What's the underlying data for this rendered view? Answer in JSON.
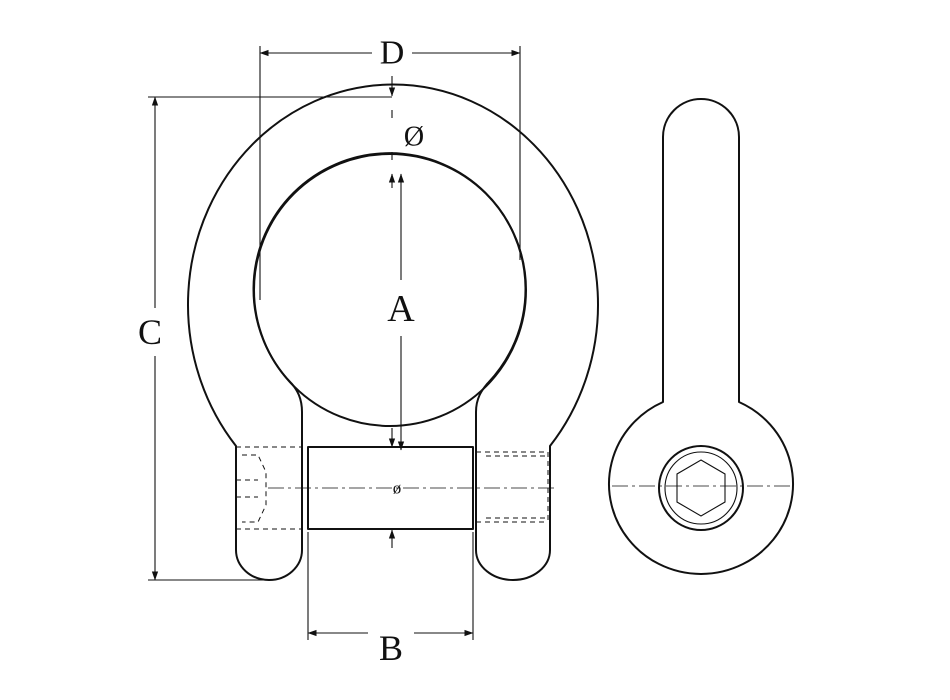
{
  "labels": {
    "dim_a": "A",
    "dim_b": "B",
    "dim_c": "C",
    "dim_d": "D",
    "bow_diameter": "Ø",
    "pin_diameter": "ø"
  },
  "colors": {
    "line": "#111111",
    "background": "#ffffff"
  }
}
